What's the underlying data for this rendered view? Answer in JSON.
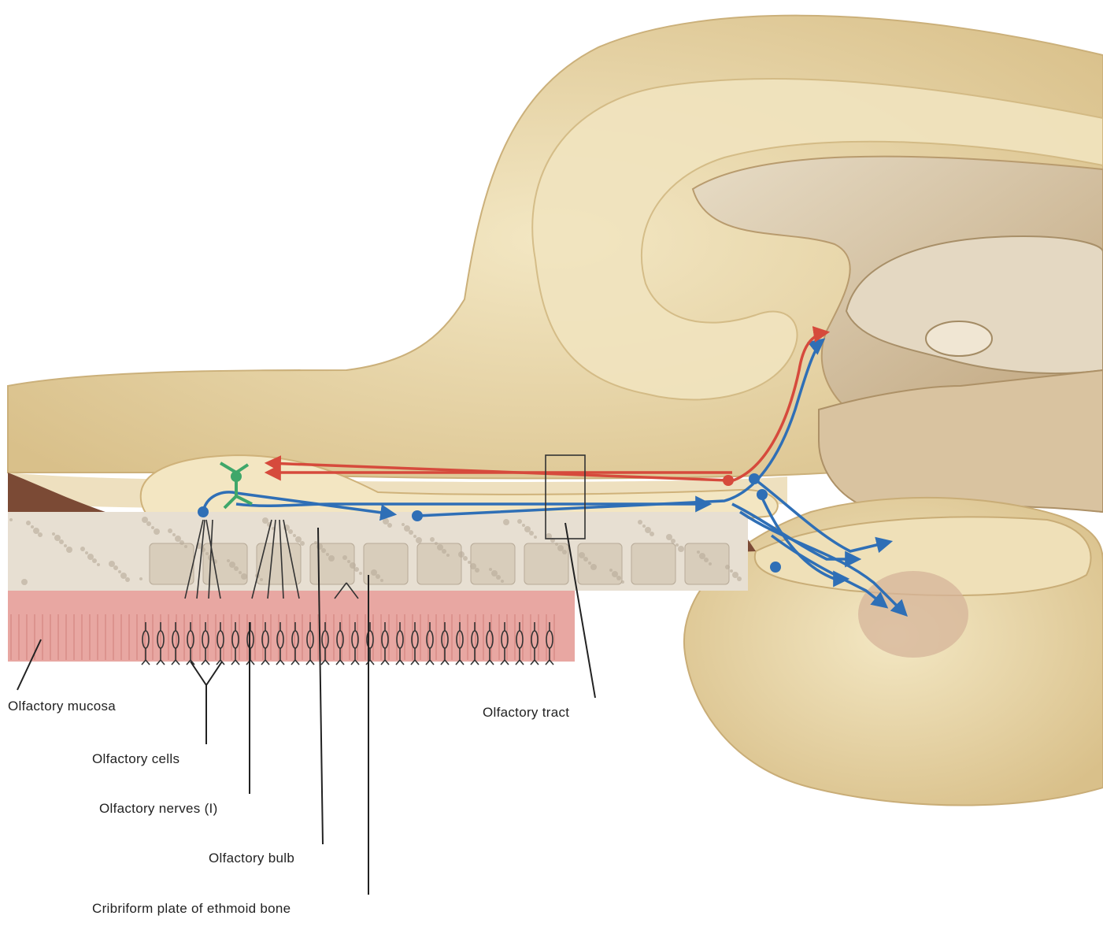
{
  "labels": {
    "olfactory_mucosa": "Olfactory mucosa",
    "olfactory_cells": "Olfactory cells",
    "olfactory_nerves": "Olfactory nerves (I)",
    "olfactory_bulb": "Olfactory bulb",
    "cribriform_plate": "Cribriform plate of ethmoid bone",
    "olfactory_tract": "Olfactory tract"
  },
  "colors": {
    "background": "#ffffff",
    "brain_tissue": "#ecdcae",
    "brain_shadow": "#cdb47a",
    "deep_structure": "#c9b28a",
    "bone": "#e7dfd2",
    "bone_pores": "#b7aa98",
    "mucosa": "#e8a7a2",
    "dura": "#7b4a35",
    "afferent_pathway": "#2f6fb6",
    "efferent_pathway": "#d64a3c",
    "mitral_cell": "#3fa76a",
    "leader_line": "#222222"
  },
  "icons": {
    "arrowhead": "arrowhead-icon"
  }
}
